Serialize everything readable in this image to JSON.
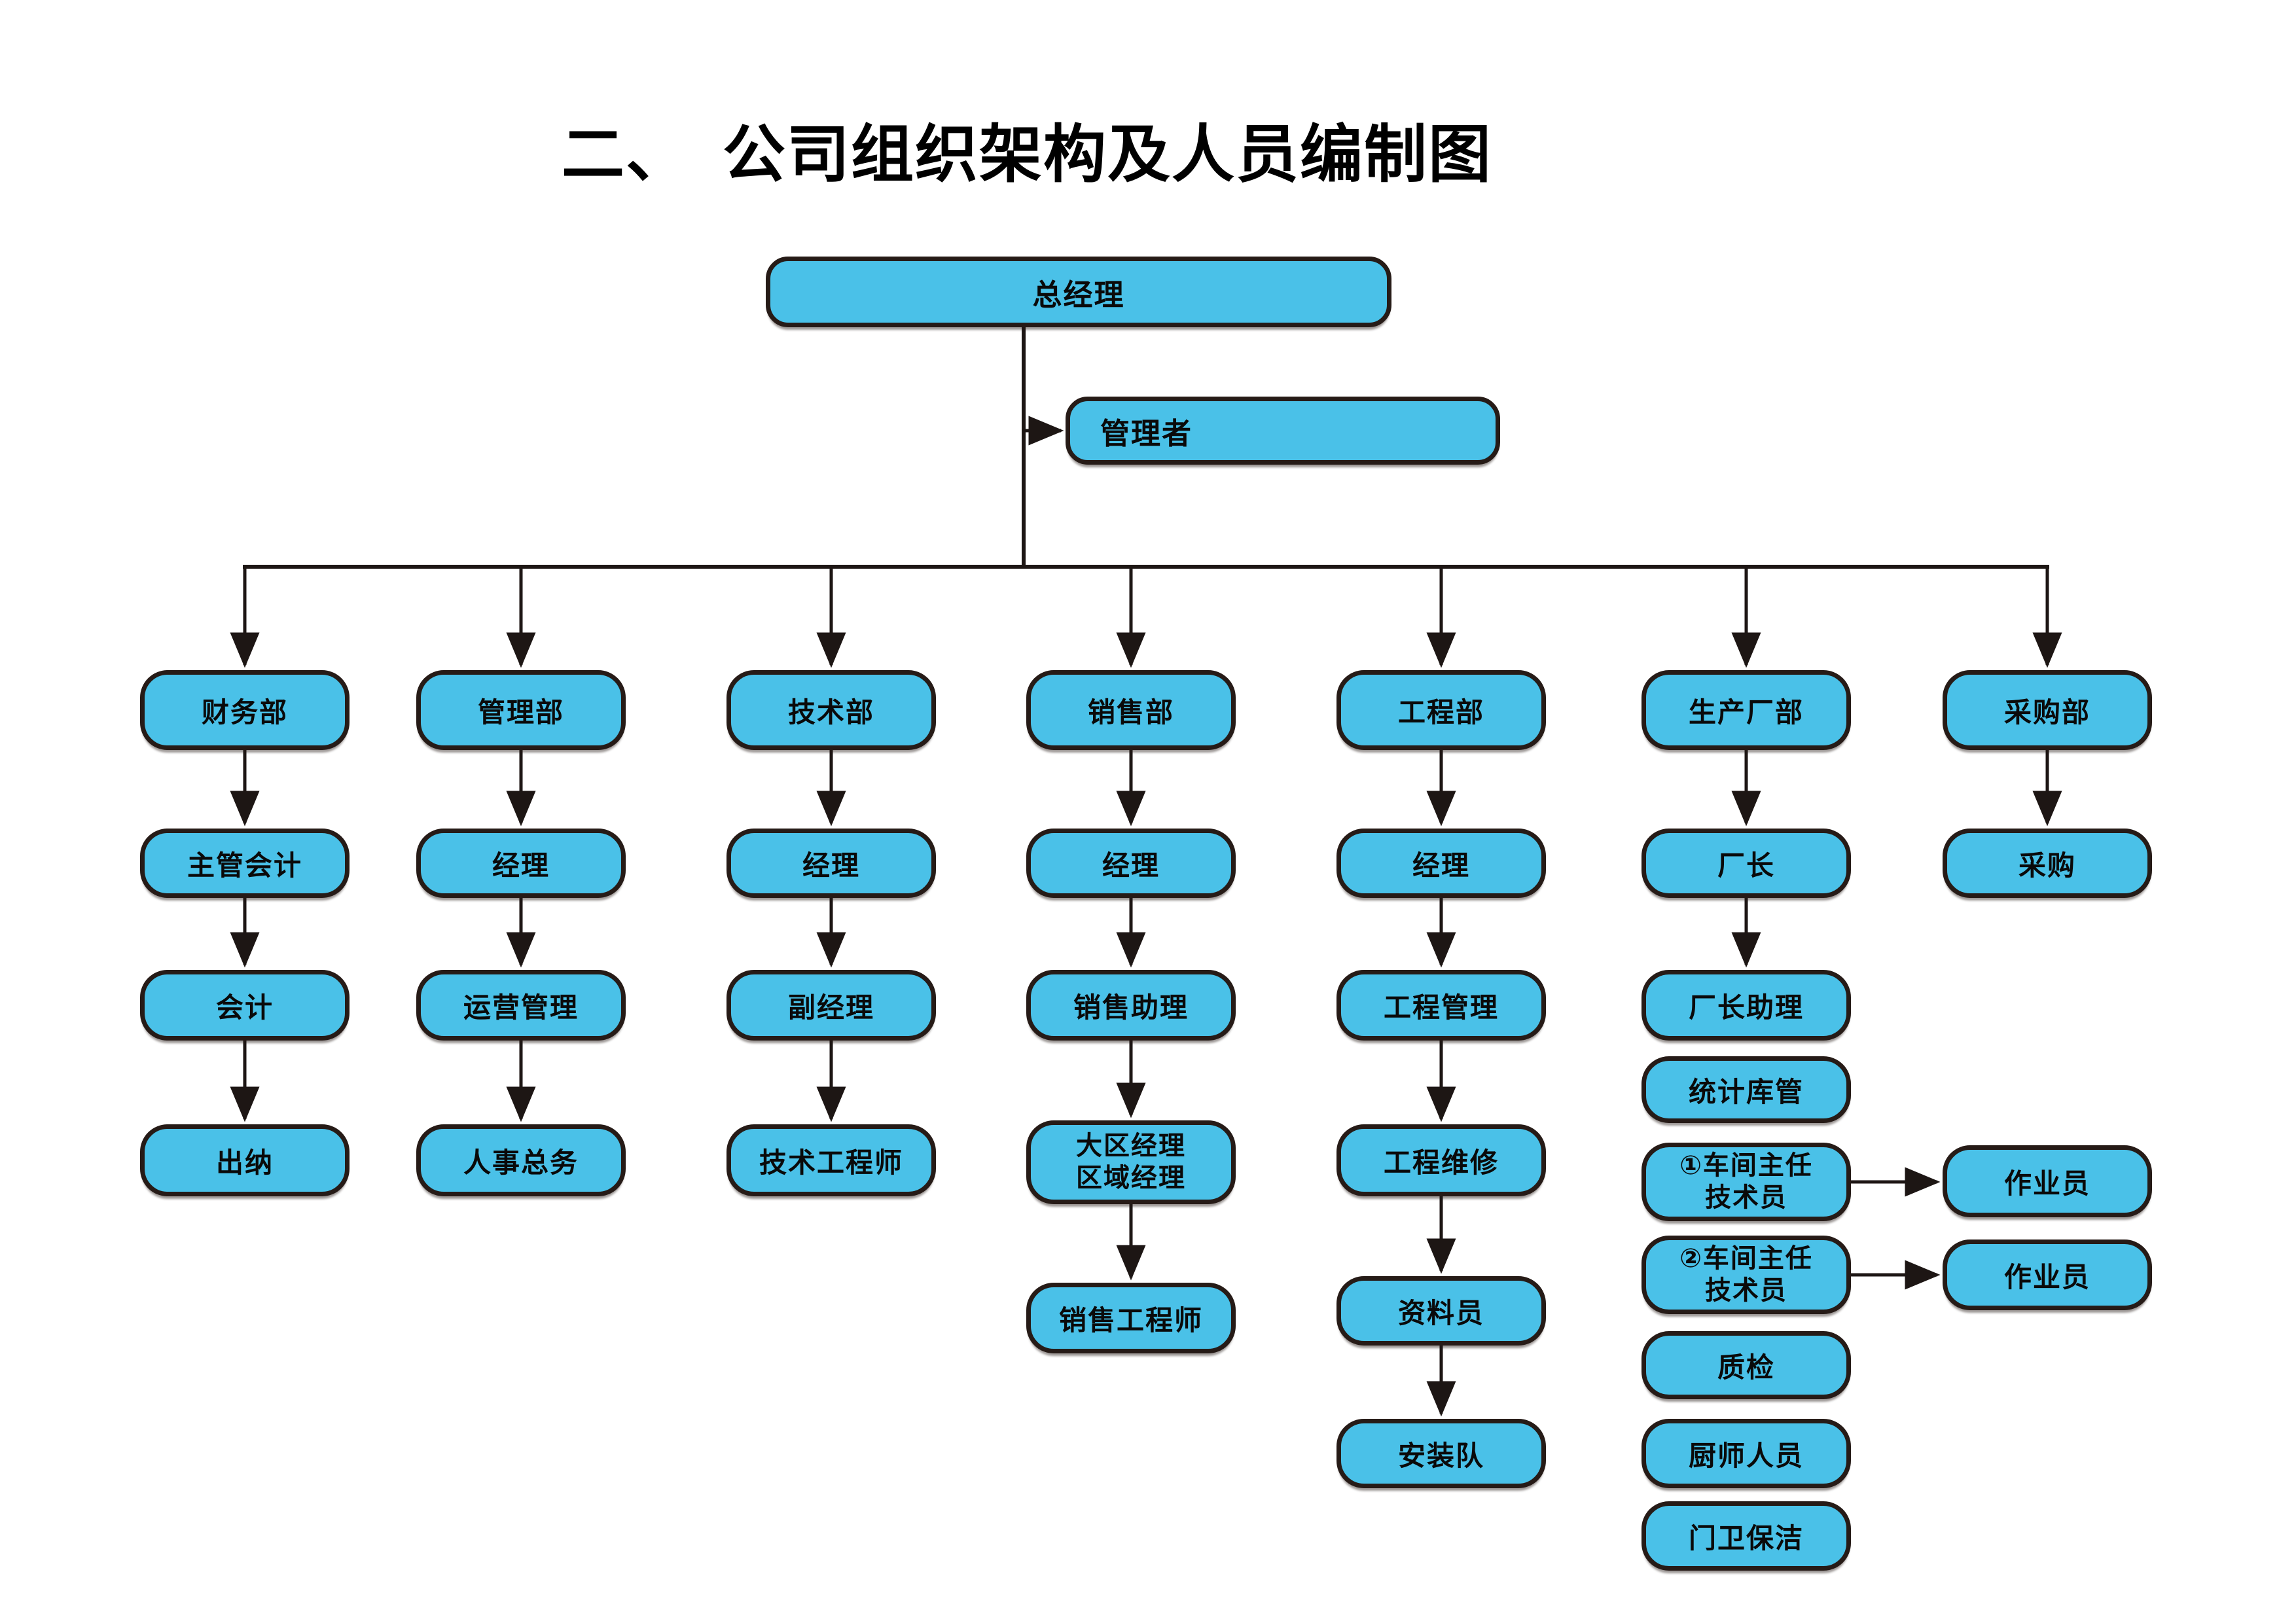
{
  "title": "二、　公司组织架构及人员编制图",
  "colors": {
    "node_fill": "#4AC1E8",
    "node_border": "#261B17",
    "connector": "#1D1614",
    "background": "#FFFFFF",
    "text": "#000000"
  },
  "nodes": {
    "general_manager": "总经理",
    "manager": "管理者",
    "finance_dept": "财务部",
    "admin_dept": "管理部",
    "tech_dept": "技术部",
    "sales_dept": "销售部",
    "engineering_dept": "工程部",
    "production_dept": "生产厂部",
    "purchasing_dept": "采购部",
    "chief_accountant": "主管会计",
    "admin_manager": "经理",
    "tech_manager": "经理",
    "sales_manager": "经理",
    "engineering_manager": "经理",
    "factory_director": "厂长",
    "purchasing": "采购",
    "accountant": "会计",
    "operations_mgmt": "运营管理",
    "deputy_manager": "副经理",
    "sales_assistant": "销售助理",
    "engineering_mgmt": "工程管理",
    "factory_director_assistant": "厂长助理",
    "stats_warehouse": "统计库管",
    "cashier": "出纳",
    "hr_general_affairs": "人事总务",
    "tech_engineer": "技术工程师",
    "regional_manager_line1": "大区经理",
    "regional_manager_line2": "区域经理",
    "engineering_maintenance": "工程维修",
    "workshop1_line1": "①车间主任",
    "workshop1_line2": "技术员",
    "operator_1": "作业员",
    "workshop2_line1": "②车间主任",
    "workshop2_line2": "技术员",
    "operator_2": "作业员",
    "sales_engineer": "销售工程师",
    "document_clerk": "资料员",
    "quality_inspection": "质检",
    "installation_team": "安装队",
    "kitchen_staff": "厨师人员",
    "security_cleaning": "门卫保洁"
  }
}
